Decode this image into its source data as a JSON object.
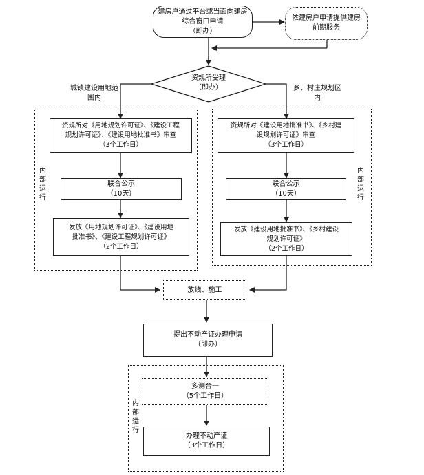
{
  "start": {
    "line1": "建房户通过平台或当面向建房",
    "line2": "综合窗口申请",
    "line3": "（即办）"
  },
  "pre_service": {
    "line1": "依建房户申请提供建房",
    "line2": "前期服务"
  },
  "decision": {
    "line1": "资规所受理",
    "line2": "（即办）"
  },
  "branch_left": {
    "line1": "城镇建设用地范",
    "line2": "围内"
  },
  "branch_right": {
    "line1": "乡、村庄规划区",
    "line2": "内"
  },
  "left_review": {
    "line1": "资规所对《用地规划许可证》、《建设工程",
    "line2": "规划许可证》、《建设用地批准书》审查",
    "line3": "（3个工作日）"
  },
  "left_publicity": {
    "line1": "联合公示",
    "line2": "（10天）"
  },
  "left_issue": {
    "line1": "发放《用地规划许可证》、《建设用地",
    "line2": "批准书》、《建设工程规划许可证》",
    "line3": "（2个工作日）"
  },
  "right_review": {
    "line1": "资规所对《建设用地批准书》、《乡村建",
    "line2": "设规划许可证》审查",
    "line3": "（3个工作日）"
  },
  "right_publicity": {
    "line1": "联合公示",
    "line2": "（10天）"
  },
  "right_issue": {
    "line1": "发放《建设用地批准书》、《乡村建设",
    "line2": "规划许可证》",
    "line3": "（2个工作日）"
  },
  "construction": {
    "label": "放线、施工"
  },
  "property_apply": {
    "line1": "提出不动产证办理申请",
    "line2": "（即办）"
  },
  "survey": {
    "line1": "多测合一",
    "line2": "（5个工作日）"
  },
  "certificate": {
    "line1": "办理不动产证",
    "line2": "（3个工作日）"
  },
  "internal_label": {
    "c1": "内",
    "c2": "部",
    "c3": "运",
    "c4": "行"
  }
}
